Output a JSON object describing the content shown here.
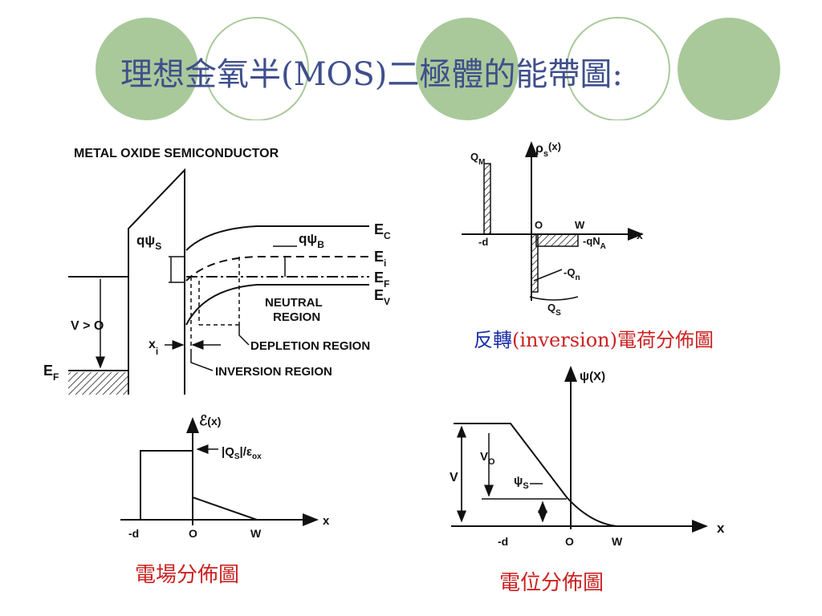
{
  "slide": {
    "title": "理想金氧半(MOS)二極體的能帶圖:",
    "decor": {
      "circle_fill": "#a9c99a",
      "circle_stroke": "#a9c99a"
    }
  },
  "band_diagram": {
    "header": "METAL OXIDE SEMICONDUCTOR",
    "labels": {
      "ec": "E",
      "ec_sub": "C",
      "ei": "E",
      "ei_sub": "i",
      "ef": "E",
      "ef_sub": "F",
      "ev": "E",
      "ev_sub": "V",
      "ef_metal": "E",
      "ef_metal_sub": "F",
      "q_psi_s": "qψ",
      "q_psi_s_sub": "S",
      "q_psi_b": "qψ",
      "q_psi_b_sub": "B",
      "voltage": "V > O",
      "xi": "x",
      "xi_sub": "i",
      "neutral_region_1": "NEUTRAL",
      "neutral_region_2": "REGION",
      "depletion_region": "DEPLETION REGION",
      "inversion_region": "INVERSION REGION"
    }
  },
  "charge_diagram": {
    "labels": {
      "rho": "ρ",
      "rho_sub": "s",
      "rho_arg": "(x)",
      "qm": "Q",
      "qm_sub": "M",
      "origin": "O",
      "w": "W",
      "minus_d": "-d",
      "x": "x",
      "qna": "-qN",
      "qna_sub": "A",
      "qn": "-Q",
      "qn_sub": "n",
      "qs": "Q",
      "qs_sub": "S"
    },
    "caption": {
      "lead": "反轉",
      "paren": "(inversion)",
      "tail": "電荷分佈圖",
      "lead_color": "#1a2fa8",
      "tail_color": "#cc2222"
    }
  },
  "field_diagram": {
    "labels": {
      "eps": "ℰ",
      "eps_arg": "(x)",
      "ratio_1": "|Q",
      "ratio_sub": "S",
      "ratio_2": "|/ε",
      "ratio_sub2": "ox",
      "minus_d": "-d",
      "origin": "O",
      "w": "W",
      "x": "x"
    },
    "caption": "電場分佈圖",
    "caption_color": "#cc2222"
  },
  "potential_diagram": {
    "labels": {
      "psi": "ψ",
      "psi_arg": "(X)",
      "v": "V",
      "v0": "V",
      "v0_sub": "O",
      "psis": "ψ",
      "psis_sub": "S",
      "minus_d": "-d",
      "origin": "O",
      "w": "W",
      "x": "x"
    },
    "caption": "電位分佈圖",
    "caption_color": "#cc2222"
  }
}
